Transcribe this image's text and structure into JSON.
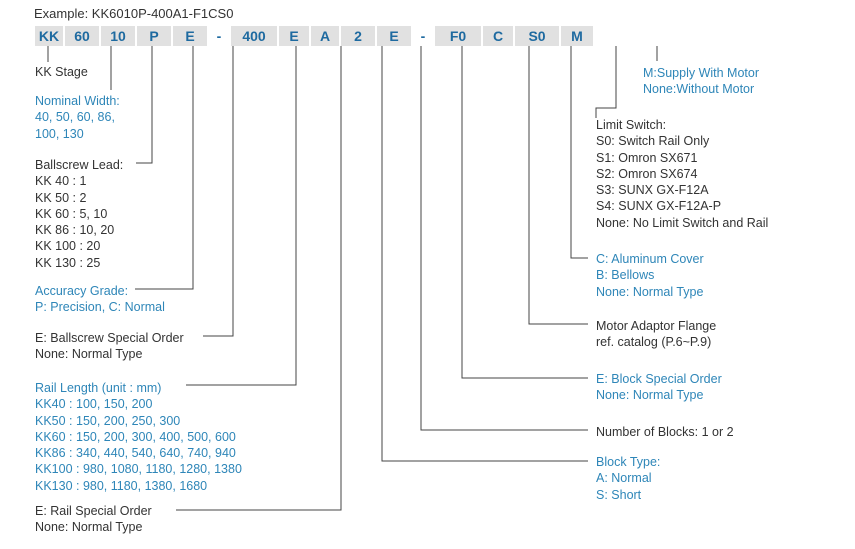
{
  "example": "Example: KK6010P-400A1-F1CS0",
  "code_segments": [
    {
      "text": "KK",
      "kind": "seg"
    },
    {
      "text": "60",
      "kind": "seg"
    },
    {
      "text": "10",
      "kind": "seg"
    },
    {
      "text": "P",
      "kind": "seg"
    },
    {
      "text": "E",
      "kind": "seg"
    },
    {
      "text": "-",
      "kind": "dash"
    },
    {
      "text": "400",
      "kind": "seg"
    },
    {
      "text": "E",
      "kind": "seg"
    },
    {
      "text": "A",
      "kind": "seg"
    },
    {
      "text": "2",
      "kind": "seg"
    },
    {
      "text": "E",
      "kind": "seg"
    },
    {
      "text": "-",
      "kind": "dash"
    },
    {
      "text": "F0",
      "kind": "seg"
    },
    {
      "text": "C",
      "kind": "seg"
    },
    {
      "text": "S0",
      "kind": "seg"
    },
    {
      "text": "M",
      "kind": "seg"
    }
  ],
  "labels": {
    "kk_stage": {
      "title": "KK Stage",
      "lines": []
    },
    "nominal_width": {
      "title": "Nominal Width:",
      "lines": [
        "40, 50, 60, 86,",
        "100, 130"
      ]
    },
    "ballscrew_lead": {
      "title": "Ballscrew Lead:",
      "lines": [
        "KK 40 : 1",
        "KK 50 : 2",
        "KK 60 : 5, 10",
        "KK 86 : 10, 20",
        "KK 100 : 20",
        "KK 130 : 25"
      ]
    },
    "accuracy_grade": {
      "title": "Accuracy Grade:",
      "lines": [
        "P: Precision, C: Normal"
      ]
    },
    "ballscrew_special": {
      "title": "E: Ballscrew Special Order",
      "lines": [
        "None: Normal Type"
      ]
    },
    "rail_length": {
      "title": "Rail Length (unit : mm)",
      "lines": [
        "KK40 : 100, 150, 200",
        "KK50 : 150, 200, 250, 300",
        "KK60 : 150, 200, 300,  400,  500, 600",
        "KK86 : 340, 440, 540, 640, 740, 940",
        "KK100 : 980, 1080, 1180, 1280, 1380",
        "KK130 : 980, 1180, 1380, 1680"
      ]
    },
    "rail_special": {
      "title": "E: Rail Special Order",
      "lines": [
        "None: Normal Type"
      ]
    },
    "motor": {
      "title": "M:Supply With Motor",
      "lines": [
        "None:Without Motor"
      ]
    },
    "limit_switch": {
      "title": "Limit Switch:",
      "lines": [
        "S0: Switch Rail Only",
        "S1: Omron SX671",
        "S2: Omron SX674",
        "S3: SUNX GX-F12A",
        "S4: SUNX GX-F12A-P",
        "None: No Limit Switch and Rail"
      ]
    },
    "cover": {
      "title": "C: Aluminum Cover",
      "lines": [
        "B: Bellows",
        "None: Normal Type"
      ]
    },
    "motor_flange": {
      "title": "Motor Adaptor Flange",
      "lines": [
        "ref. catalog (P.6~P.9)"
      ]
    },
    "block_special": {
      "title": "E: Block Special Order",
      "lines": [
        "None: Normal Type"
      ]
    },
    "num_blocks": {
      "title": "Number of Blocks: 1 or 2",
      "lines": []
    },
    "block_type": {
      "title": "Block Type:",
      "lines": [
        "A: Normal",
        "S: Short"
      ]
    }
  }
}
